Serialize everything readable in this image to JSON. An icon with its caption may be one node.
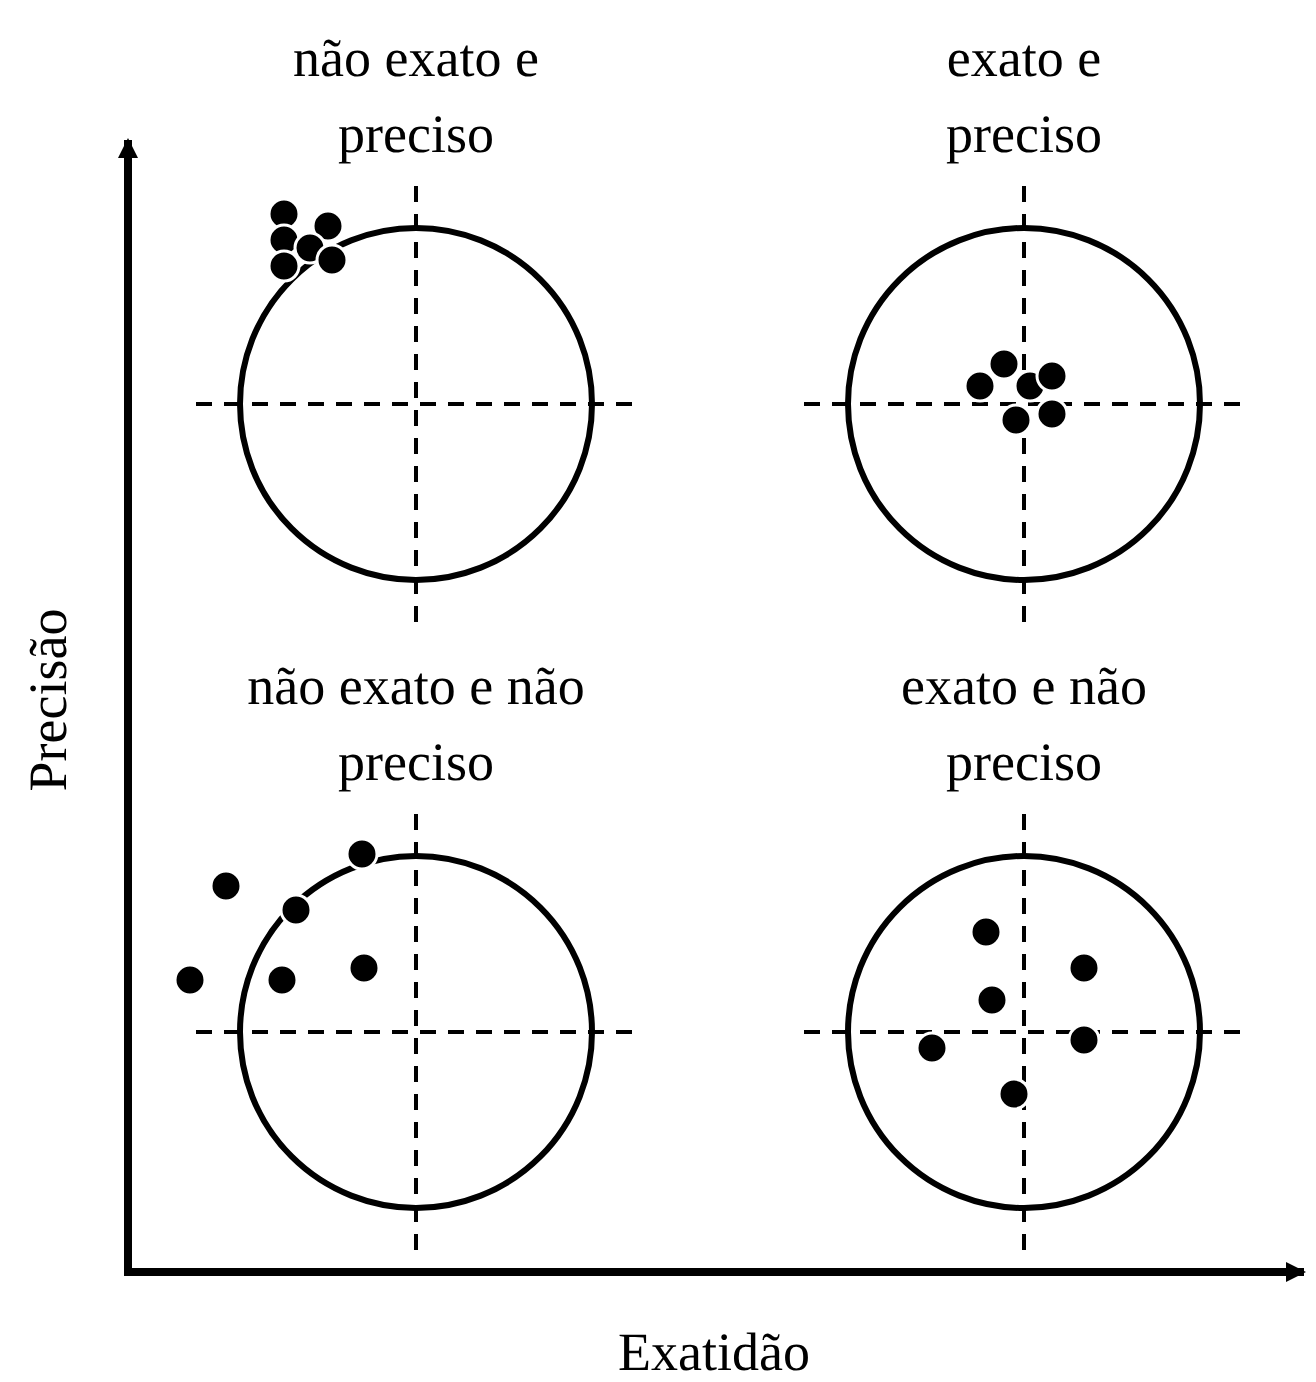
{
  "diagram": {
    "nodes": [
      {
        "text": [
          "não exato e preciso"
        ]
      },
      {
        "text": [
          "exato e preciso"
        ]
      },
      {
        "text": [
          "não exato e não preciso"
        ]
      },
      {
        "text": [
          "exato e não preciso"
        ]
      }
    ],
    "labels": [
      "Precisão",
      "Exatidão"
    ]
  }
}
